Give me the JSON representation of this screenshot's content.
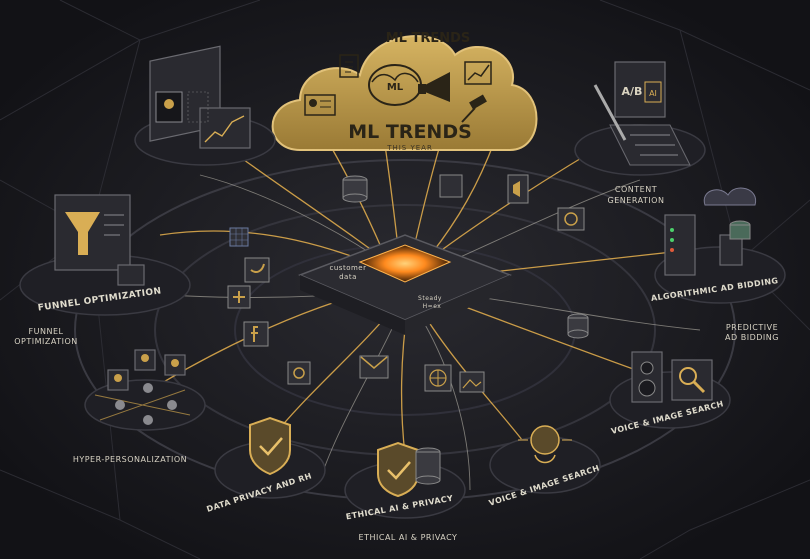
{
  "center": {
    "cloud_title_top": "ML TRENDS",
    "cloud_title_main": "ML TRENDS",
    "cloud_subtitle": "THIS YEAR",
    "cloud_brain_label": "ML",
    "chip_label_1": "customer",
    "chip_label_2": "data",
    "chip_label_3": "Steady",
    "chip_label_4": "H=ex"
  },
  "pad_labels": {
    "funnel": "FUNNEL OPTIMIZATION",
    "data_privacy": "DATA PRIVACY AND RH",
    "ethical_ai": "ETHICAL AI & PRIVACY",
    "voice_image_pad": "VOICE & IMAGE SEARCH",
    "voice_image_right": "VOICE & IMAGE SEARCH",
    "algo_bidding": "ALGORITHMIC AD BIDDING"
  },
  "outer_labels": {
    "funnel_line1": "FUNNEL",
    "funnel_line2": "OPTIMIZATION",
    "hyper": "HYPER-PERSONALIZATION",
    "ethical": "ETHICAL AI & PRIVACY",
    "content_line1": "CONTENT",
    "content_line2": "GENERATION",
    "predictive_line1": "PREDICTIVE",
    "predictive_line2": "AD BIDDING"
  },
  "screen_text": {
    "ab": "A/B",
    "ai": "AI"
  },
  "colors": {
    "background": "#15151a",
    "gold": "#e7b24d",
    "cloud": "#c9a04a",
    "chip_glow": "#ff9a2e"
  }
}
